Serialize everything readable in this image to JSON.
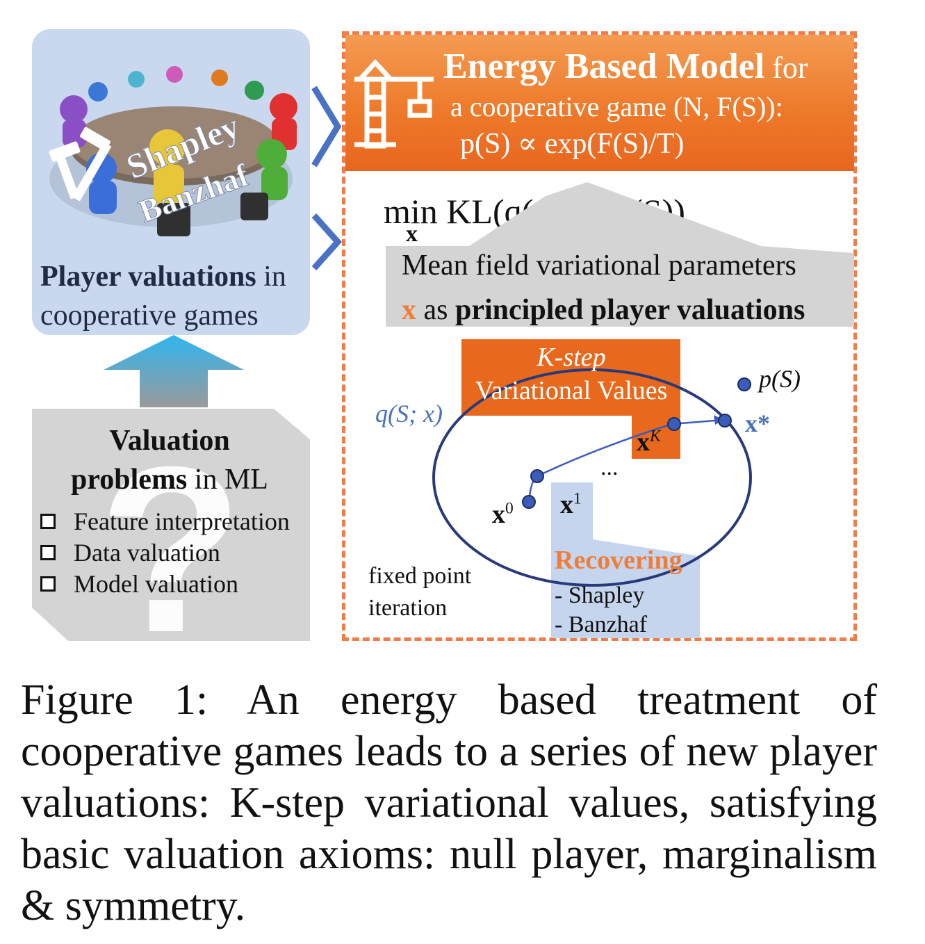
{
  "left_card": {
    "overlay_words": [
      "Shapley",
      "Banzhaf"
    ],
    "caption_bold": "Player valuations",
    "caption_rest": " in",
    "caption_line2": "cooperative games"
  },
  "problems": {
    "title_line1": "Valuation",
    "title_bold": "problems",
    "title_rest": " in ML",
    "items": [
      "Feature interpretation",
      "Data valuation",
      "Model valuation"
    ],
    "glyph": "?"
  },
  "ebm": {
    "title_bold": "Energy Based Model",
    "title_rest": " for",
    "line2": "a cooperative game (N, F(S)):",
    "line3": "p(S) ∝ exp(F(S)/T)"
  },
  "objective": {
    "min": "min",
    "sub": "x",
    "expr": "KL(q(S; x)||p(S))",
    "mf_line1": "Mean field variational parameters",
    "mf_x": "x",
    "mf_as": " as ",
    "mf_bold": "principled player valuations"
  },
  "diagram": {
    "kstep_line1": "K-step",
    "kstep_line2": "Variational Values",
    "q_label": "q(S; x)",
    "p_label": "p(S)",
    "xstar": "x*",
    "xk": "x",
    "xk_sup": "K",
    "x0": "x",
    "x0_sup": "0",
    "x1": "x",
    "x1_sup": "1",
    "ellipsis": "...",
    "fixed_line1": "fixed point",
    "fixed_line2": "iteration",
    "recover_title": "Recovering",
    "recover_items": [
      "- Shapley",
      "- Banzhaf"
    ]
  },
  "caption": "Figure 1: An energy based treatment of cooperative games leads to a series of new player valuations: K-step variational values, satisfying basic valuation axioms: null player, marginalism & symmetry.",
  "colors": {
    "orange": "#ee7a2b",
    "dashed": "#ef7d4a",
    "blue_card": "#c9d8ee",
    "ellipse": "#283a7a",
    "points": "#3b5cb8",
    "gray_panel": "#d4d4d4"
  }
}
